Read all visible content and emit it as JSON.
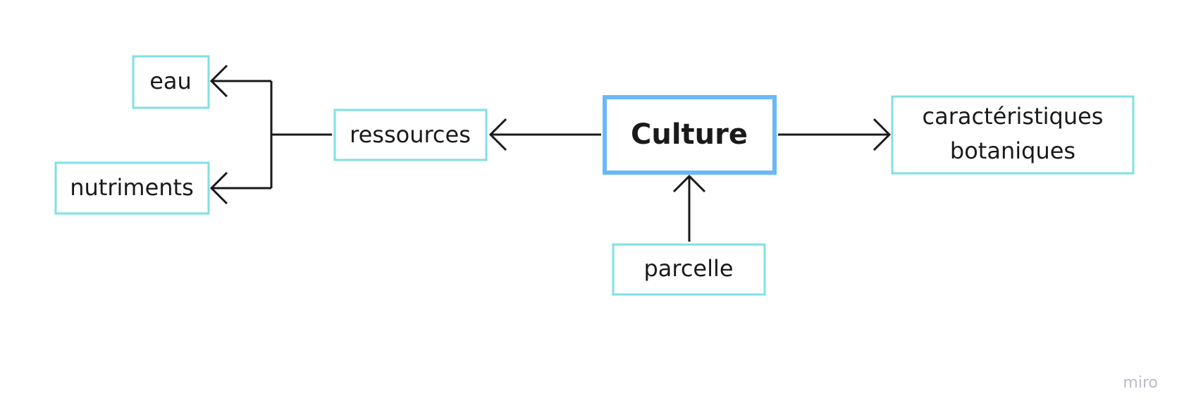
{
  "diagram": {
    "nodes": {
      "culture": "Culture",
      "ressources": "ressources",
      "eau": "eau",
      "nutriments": "nutriments",
      "caracteristiques_line1": "caractéristiques",
      "caracteristiques_line2": "botaniques",
      "parcelle": "parcelle"
    },
    "colors": {
      "node_border": "#7fe0e6",
      "central_border": "#6cb7f7",
      "edge": "#1a1a1a",
      "watermark": "#b9bcc8"
    }
  },
  "watermark": {
    "text": "miro"
  }
}
